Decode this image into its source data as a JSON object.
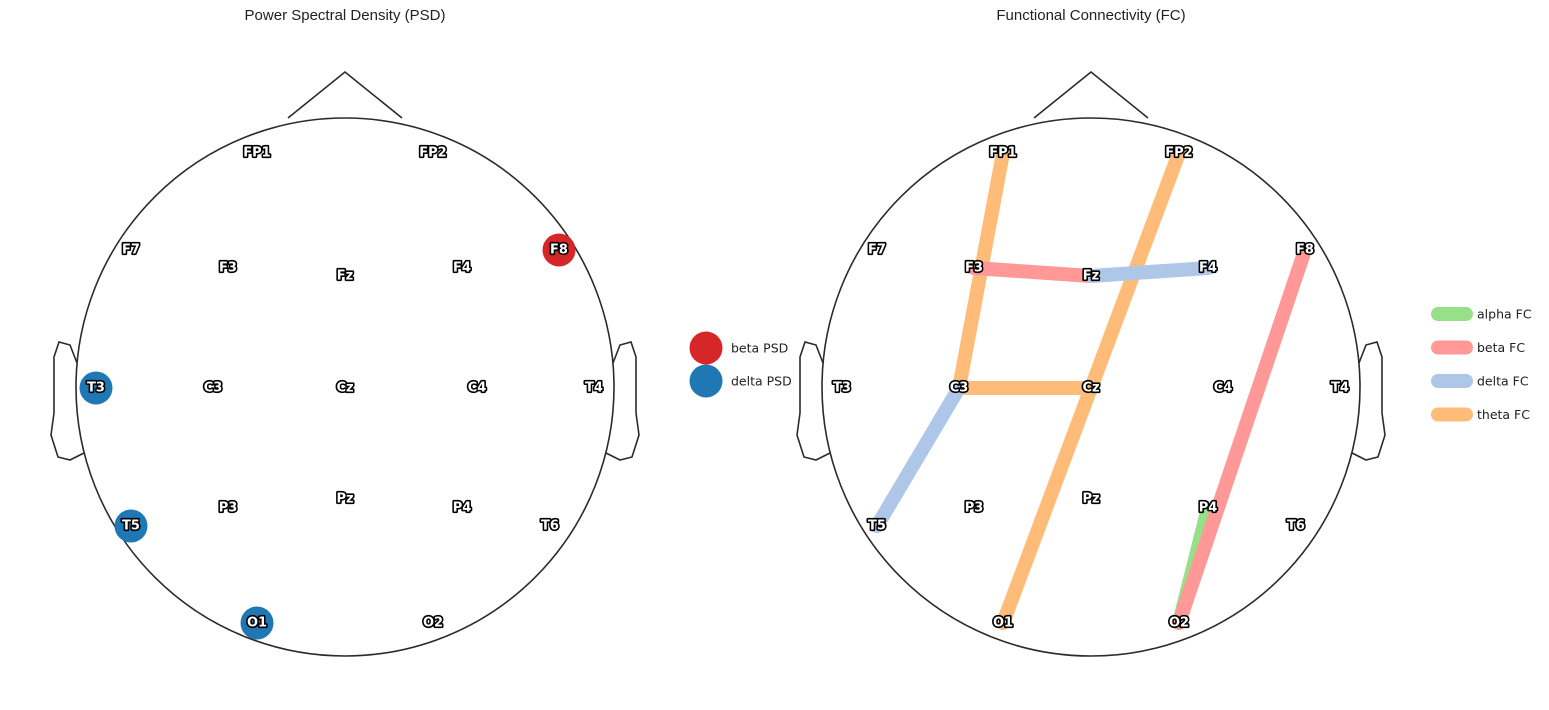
{
  "panels": {
    "psd_title": "Power Spectral Density (PSD)",
    "fc_title": "Functional Connectivity (FC)"
  },
  "electrodes": [
    "FP1",
    "FP2",
    "F7",
    "F3",
    "Fz",
    "F4",
    "F8",
    "T3",
    "C3",
    "Cz",
    "C4",
    "T4",
    "T5",
    "P3",
    "Pz",
    "P4",
    "T6",
    "O1",
    "O2"
  ],
  "psd": {
    "legend": [
      {
        "label": "beta PSD",
        "color": "#d62728"
      },
      {
        "label": "delta PSD",
        "color": "#1f77b4"
      }
    ],
    "markers": [
      {
        "electrode": "F8",
        "band": "beta",
        "color": "#d62728"
      },
      {
        "electrode": "T3",
        "band": "delta",
        "color": "#1f77b4"
      },
      {
        "electrode": "T5",
        "band": "delta",
        "color": "#1f77b4"
      },
      {
        "electrode": "O1",
        "band": "delta",
        "color": "#1f77b4"
      }
    ]
  },
  "fc": {
    "legend": [
      {
        "label": "alpha FC",
        "color": "#98df8a"
      },
      {
        "label": "beta FC",
        "color": "#ff9896"
      },
      {
        "label": "delta FC",
        "color": "#aec7e8"
      },
      {
        "label": "theta FC",
        "color": "#ffbb78"
      }
    ],
    "connections": [
      {
        "from": "FP1",
        "to": "C3",
        "band": "theta",
        "color": "#ffbb78"
      },
      {
        "from": "FP2",
        "to": "O1",
        "band": "theta",
        "color": "#ffbb78"
      },
      {
        "from": "C3",
        "to": "Cz",
        "band": "theta",
        "color": "#ffbb78"
      },
      {
        "from": "F3",
        "to": "Fz",
        "band": "beta",
        "color": "#ff9896"
      },
      {
        "from": "Fz",
        "to": "F4",
        "band": "delta",
        "color": "#aec7e8"
      },
      {
        "from": "C3",
        "to": "T5",
        "band": "delta",
        "color": "#aec7e8"
      },
      {
        "from": "P4",
        "to": "O2",
        "band": "alpha",
        "color": "#98df8a"
      },
      {
        "from": "F8",
        "to": "O2",
        "band": "beta",
        "color": "#ff9896"
      }
    ]
  }
}
